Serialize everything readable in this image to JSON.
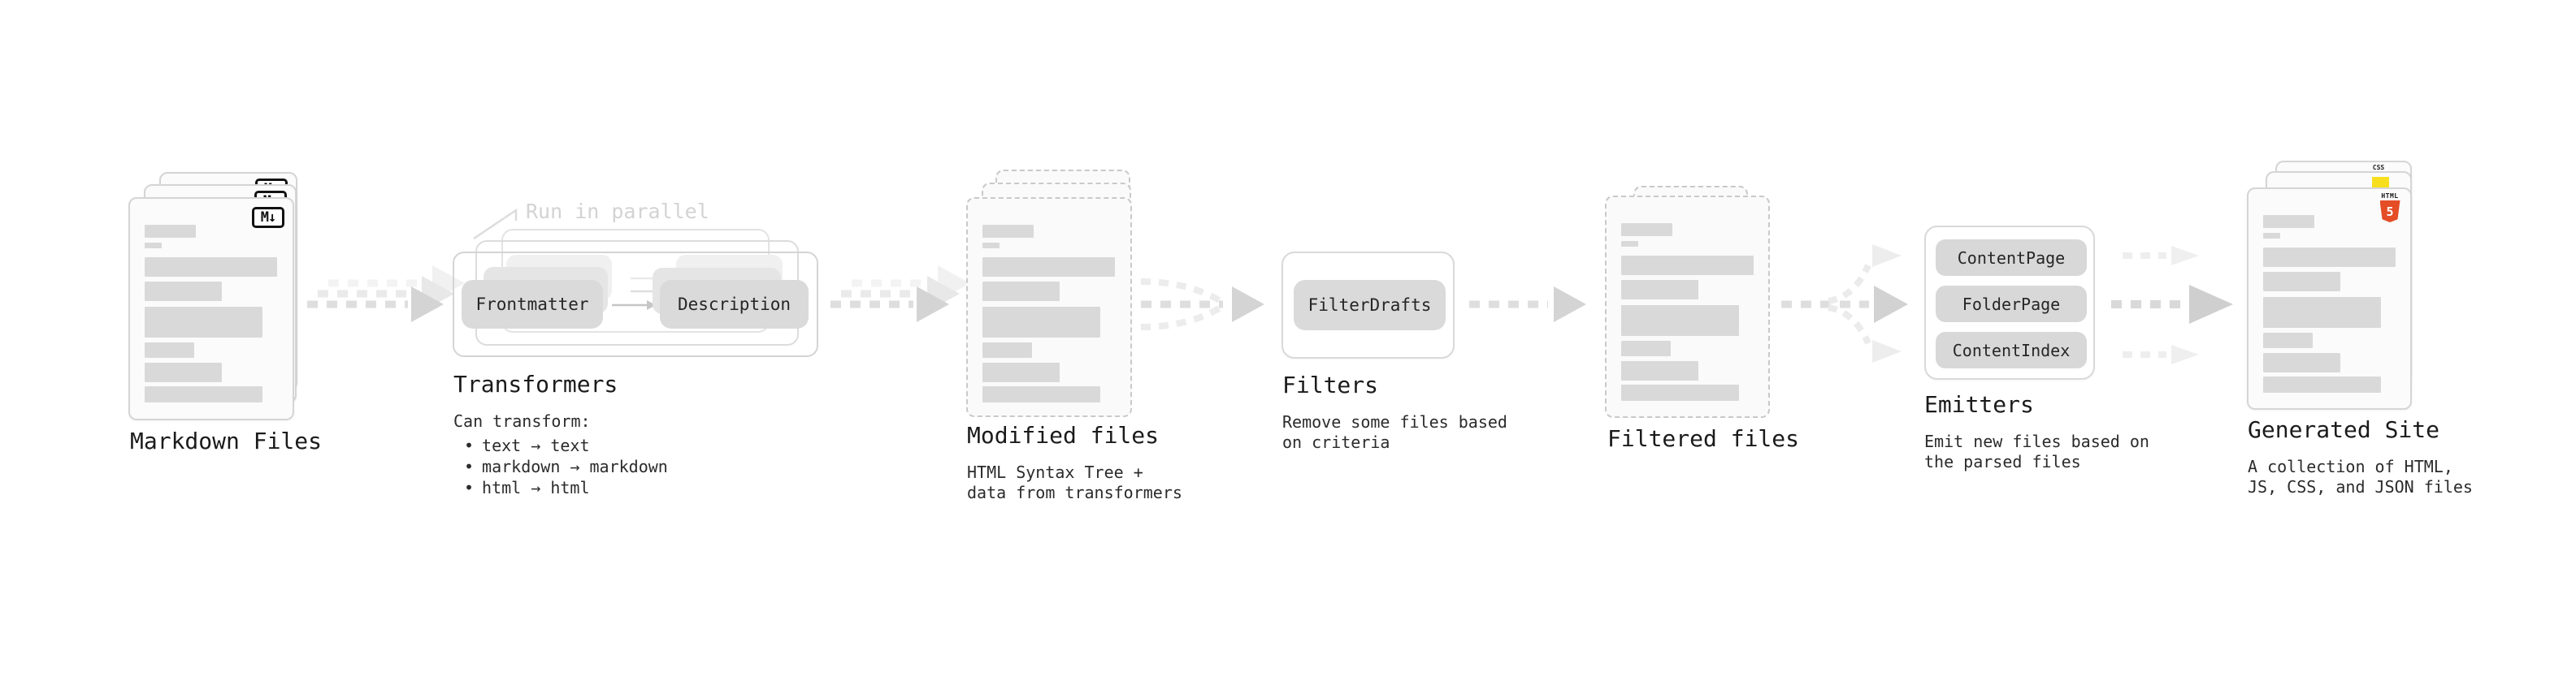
{
  "stages": {
    "markdown": {
      "label": "Markdown Files",
      "badge": "M↓"
    },
    "transformers": {
      "annotation": "Run in parallel",
      "pill_left": "Frontmatter",
      "pill_right": "Description",
      "title": "Transformers",
      "desc_heading": "Can transform:",
      "bullet": "•",
      "bullets": [
        "text → text",
        "markdown → markdown",
        "html → html"
      ]
    },
    "modified": {
      "title": "Modified files",
      "desc": [
        "HTML Syntax Tree +",
        "data from transformers"
      ]
    },
    "filters": {
      "pill": "FilterDrafts",
      "title": "Filters",
      "desc": [
        "Remove some files based",
        "on criteria"
      ]
    },
    "filtered": {
      "title": "Filtered files"
    },
    "emitters": {
      "pills": [
        "ContentPage",
        "FolderPage",
        "ContentIndex"
      ],
      "title": "Emitters",
      "desc": [
        "Emit new files based on",
        "the parsed files"
      ]
    },
    "generated": {
      "title": "Generated Site",
      "desc": [
        "A collection of HTML,",
        "JS, CSS, and JSON files"
      ],
      "badges": {
        "css": "CSS",
        "html_label": "HTML",
        "html_number": "5"
      }
    }
  },
  "colors": {
    "html5_orange": "#e44d26",
    "js_yellow": "#f7df1e",
    "css_blue": "#2f6df2",
    "bar_gray": "#d9d9d9"
  }
}
